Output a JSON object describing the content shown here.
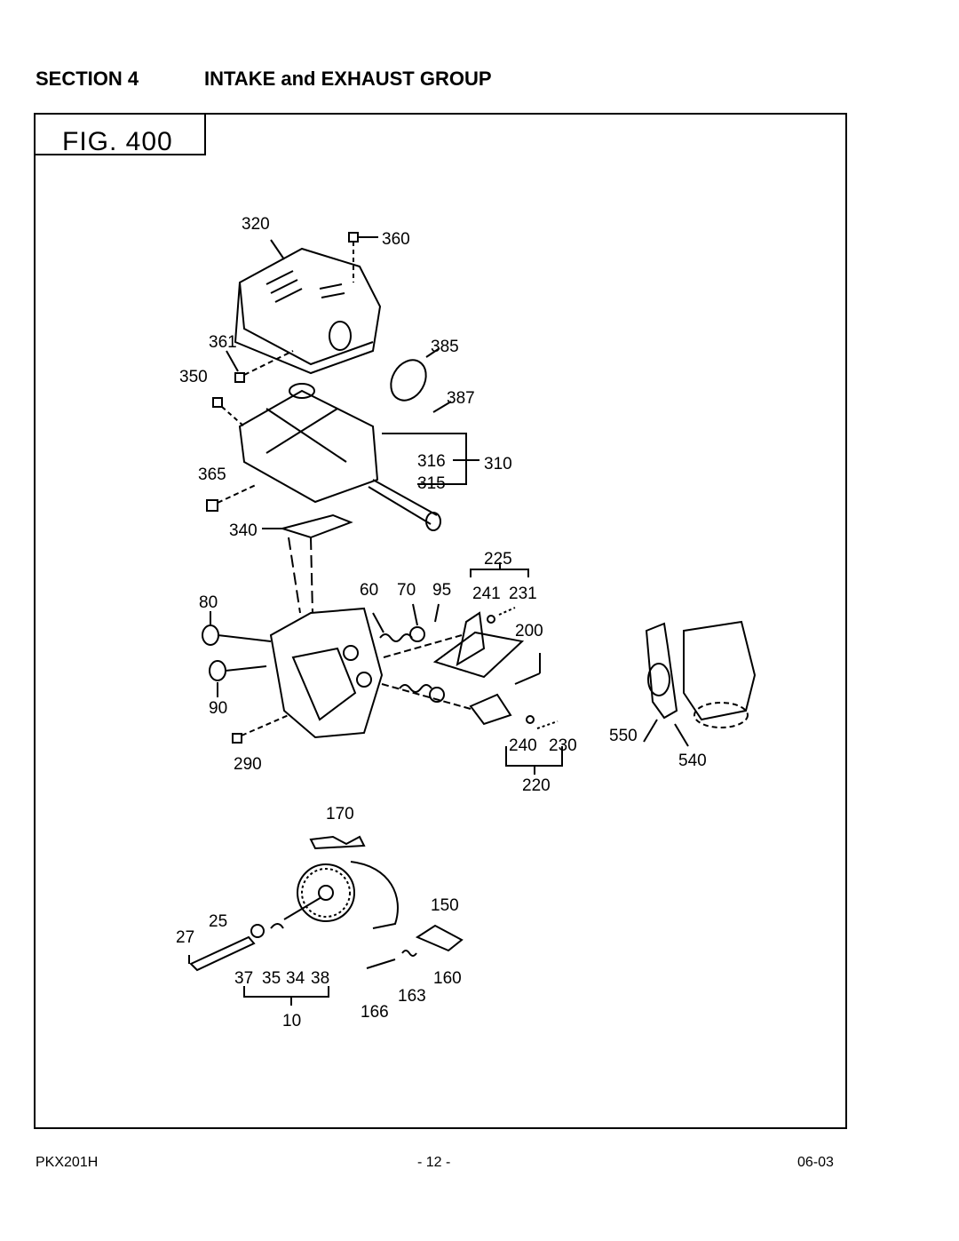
{
  "header": {
    "section": "SECTION 4",
    "title": "INTAKE and EXHAUST GROUP"
  },
  "figure": {
    "label": "FIG. 400",
    "callouts": {
      "c320": "320",
      "c360": "360",
      "c361": "361",
      "c385": "385",
      "c350": "350",
      "c387": "387",
      "c316": "316",
      "c310": "310",
      "c365": "365",
      "c315": "315",
      "c340": "340",
      "c225": "225",
      "c80": "80",
      "c60": "60",
      "c70": "70",
      "c95": "95",
      "c241": "241",
      "c231": "231",
      "c200": "200",
      "c90": "90",
      "c550": "550",
      "c240": "240",
      "c230": "230",
      "c290": "290",
      "c540": "540",
      "c220": "220",
      "c170": "170",
      "c150": "150",
      "c25": "25",
      "c27": "27",
      "c160": "160",
      "c37": "37",
      "c35": "35",
      "c34": "34",
      "c38": "38",
      "c163": "163",
      "c10": "10",
      "c166": "166"
    }
  },
  "footer": {
    "model": "PKX201H",
    "page": "- 12 -",
    "date": "06-03"
  }
}
